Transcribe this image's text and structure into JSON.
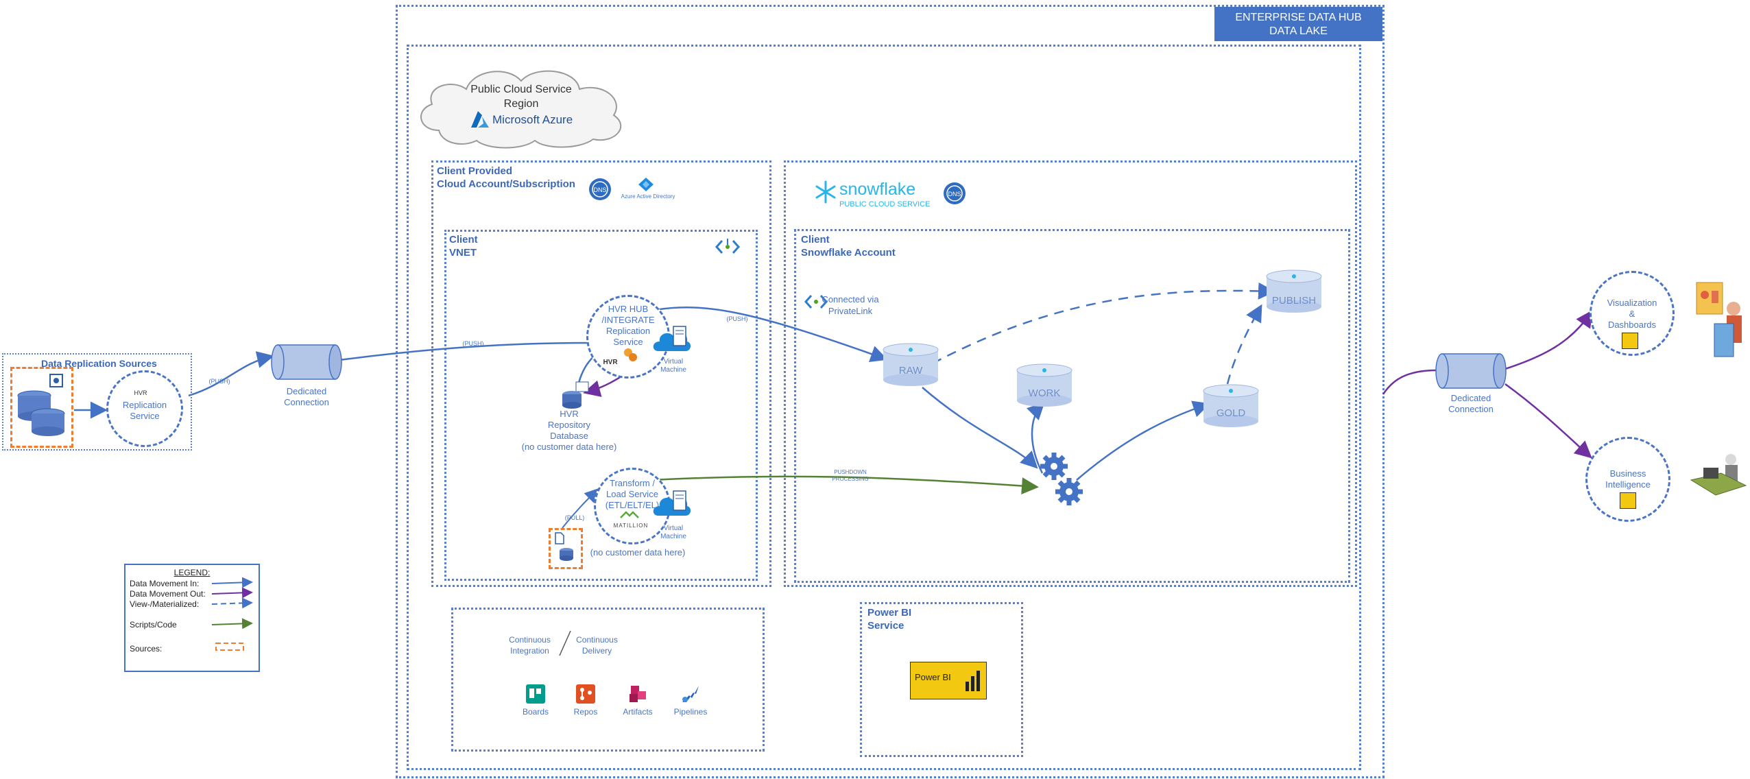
{
  "banner": {
    "line1": "ENTERPRISE DATA HUB",
    "line2": "DATA LAKE"
  },
  "cloud": {
    "line1": "Public Cloud Service",
    "line2": "Region",
    "azure": "Microsoft Azure"
  },
  "client_provided": {
    "line1": "Client Provided",
    "line2": "Cloud Account/Subscription",
    "dns": "DNS",
    "aad": "Azure Active Directory"
  },
  "vnet": {
    "line1": "Client",
    "line2": "VNET"
  },
  "snowflake": {
    "brand": "snowflake",
    "sub": "PUBLIC CLOUD SERVICE",
    "dns": "DNS"
  },
  "sf_account": {
    "line1": "Client",
    "line2": "Snowflake Account",
    "privatelink1": "Connected via",
    "privatelink2": "PrivateLink"
  },
  "sources": {
    "title": "Data Replication Sources"
  },
  "replication": {
    "brand": "HVR",
    "line1": "Replication",
    "line2": "Service"
  },
  "push_labels": {
    "a": "(PUSH)",
    "b": "(PUSH)",
    "c": "(PUSH)",
    "pull": "(PULL)"
  },
  "dedicated_left": {
    "line1": "Dedicated",
    "line2": "Connection"
  },
  "dedicated_right": {
    "line1": "Dedicated",
    "line2": "Connection"
  },
  "hvr_hub": {
    "line1": "HVR HUB",
    "line2": "/INTEGRATE",
    "line3": "Replication",
    "line4": "Service",
    "brand": "HVR",
    "vm1": "Virtual",
    "vm2": "Machine"
  },
  "hvr_repo": {
    "line1": "HVR",
    "line2": "Repository",
    "line3": "Database",
    "line4": "(no customer data here)"
  },
  "transform": {
    "line1": "Transform /",
    "line2": "Load Service",
    "line3": "(ETL/ELT/EL)",
    "brand": "MATILLION",
    "vm1": "Virtual",
    "vm2": "Machine",
    "note": "(no customer data here)"
  },
  "pushdown": {
    "line1": "PUSHDOWN",
    "line2": "PROCESSING"
  },
  "layers": {
    "raw": "RAW",
    "work": "WORK",
    "gold": "GOLD",
    "publish": "PUBLISH"
  },
  "viz": {
    "line1": "Visualization",
    "line2": "&",
    "line3": "Dashboards"
  },
  "bi": {
    "line1": "Business",
    "line2": "Intelligence"
  },
  "legend": {
    "title": "LEGEND:",
    "in": "Data Movement In:",
    "out": "Data Movement Out:",
    "view": "View-/Materialized:",
    "scripts": "Scripts/Code",
    "sources": "Sources:"
  },
  "cicd": {
    "ci1": "Continuous",
    "ci2": "Integration",
    "cd1": "Continuous",
    "cd2": "Delivery",
    "boards": "Boards",
    "repos": "Repos",
    "artifacts": "Artifacts",
    "pipelines": "Pipelines"
  },
  "powerbi": {
    "line1": "Power BI",
    "line2": "Service",
    "logo": "Power BI"
  },
  "colors": {
    "blue": "#4472c4",
    "purple": "#7030a0",
    "green": "#548235",
    "orange": "#ed7d31"
  }
}
